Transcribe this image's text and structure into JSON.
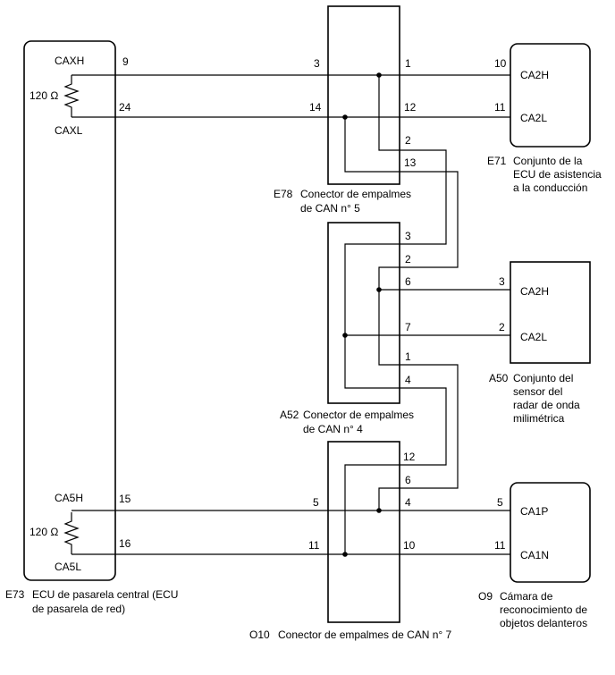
{
  "components": {
    "e73": {
      "code": "E73",
      "name_line1": "ECU de pasarela central (ECU",
      "name_line2": "de pasarela de red)",
      "terminals": {
        "caxh": "CAXH",
        "caxl": "CAXL",
        "ca5h": "CA5H",
        "ca5l": "CA5L"
      },
      "resistor_top": "120 Ω",
      "resistor_bottom": "120 Ω",
      "pins": {
        "caxh": "9",
        "caxl": "24",
        "ca5h": "15",
        "ca5l": "16"
      }
    },
    "e78": {
      "code": "E78",
      "name_line1": "Conector de empalmes",
      "name_line2": "de CAN n° 5",
      "pins_left": {
        "p3": "3",
        "p14": "14"
      },
      "pins_right": {
        "p1": "1",
        "p12": "12",
        "p2": "2",
        "p13": "13"
      }
    },
    "a52": {
      "code": "A52",
      "name_line1": "Conector de empalmes",
      "name_line2": "de CAN n° 4",
      "pins_right": {
        "p3": "3",
        "p2": "2",
        "p6": "6",
        "p7": "7",
        "p1": "1",
        "p4": "4"
      }
    },
    "o10": {
      "code": "O10",
      "name_line1": "Conector de empalmes de CAN n° 7",
      "pins_left": {
        "p5": "5",
        "p11": "11"
      },
      "pins_right": {
        "p12": "12",
        "p6": "6",
        "p4": "4",
        "p10": "10"
      }
    },
    "e71": {
      "code": "E71",
      "name_line1": "Conjunto de la",
      "name_line2": "ECU de asistencia",
      "name_line3": "a la conducción",
      "terminals": {
        "h": "CA2H",
        "l": "CA2L"
      },
      "pins": {
        "h": "10",
        "l": "11"
      }
    },
    "a50": {
      "code": "A50",
      "name_line1": "Conjunto del",
      "name_line2": "sensor del",
      "name_line3": "radar de onda",
      "name_line4": "milimétrica",
      "terminals": {
        "h": "CA2H",
        "l": "CA2L"
      },
      "pins": {
        "h": "3",
        "l": "2"
      }
    },
    "o9": {
      "code": "O9",
      "name_line1": "Cámara de",
      "name_line2": "reconocimiento de",
      "name_line3": "objetos delanteros",
      "terminals": {
        "h": "CA1P",
        "l": "CA1N"
      },
      "pins": {
        "h": "5",
        "l": "11"
      }
    }
  }
}
